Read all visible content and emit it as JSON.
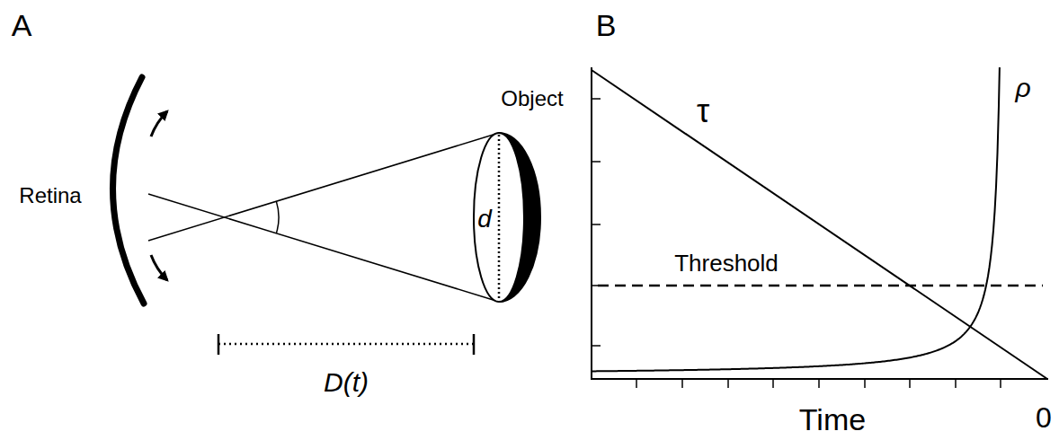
{
  "diagram": {
    "labels": [
      "A",
      "Retina",
      "Object",
      "d",
      "D(t)",
      "B",
      "τ",
      "ρ",
      "Threshold",
      "Time",
      "0"
    ]
  }
}
